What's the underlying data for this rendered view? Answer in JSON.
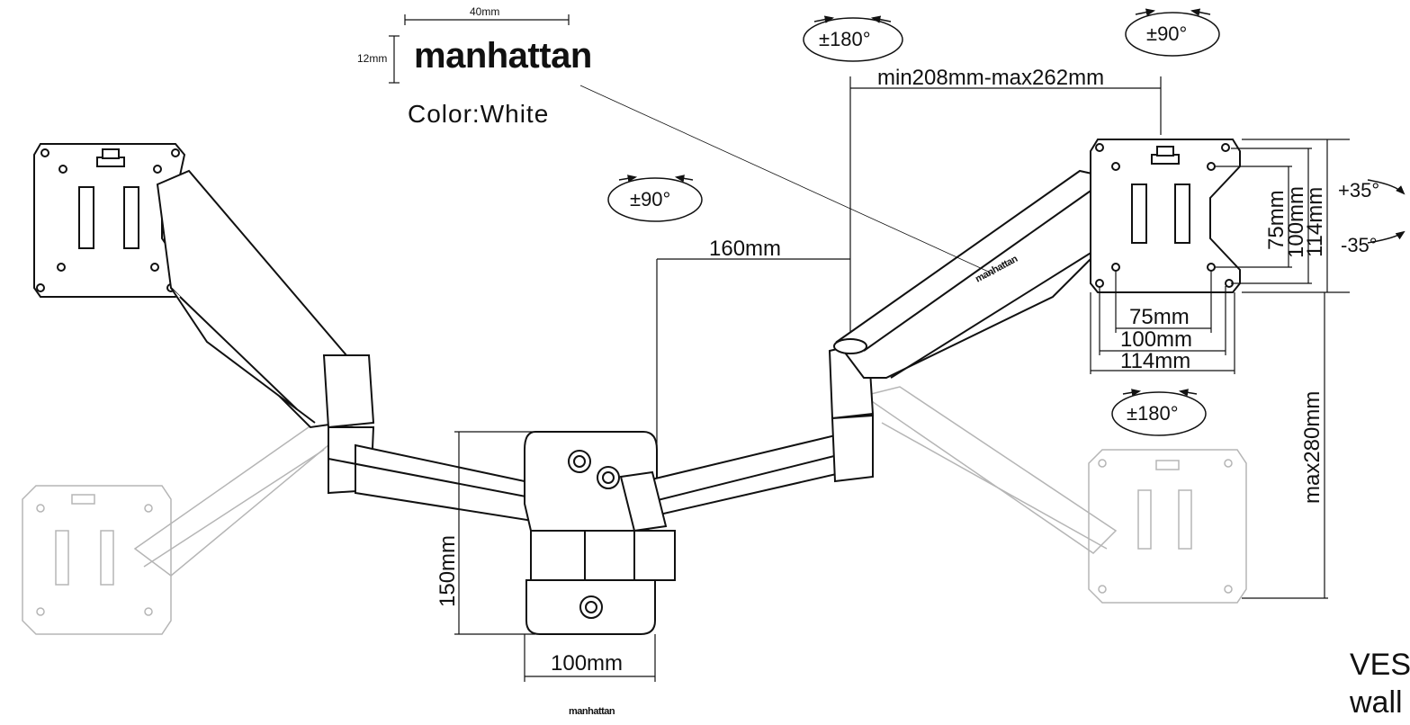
{
  "logo": {
    "brand": "manhattan",
    "width_label": "40mm",
    "height_label": "12mm",
    "color_label": "Color:White"
  },
  "rotations": {
    "top_mid": "±180°",
    "top_right": "±90°",
    "mid_left": "±90°",
    "right_lower": "±180°",
    "tilt_up": "+35°",
    "tilt_down": "-35°"
  },
  "dimensions": {
    "arm_extension": "min208mm-max262mm",
    "pole_offset": "160mm",
    "vesa_h_75": "75mm",
    "vesa_h_100": "100mm",
    "vesa_h_114": "114mm",
    "vesa_v_75": "75mm",
    "vesa_v_100": "100mm",
    "vesa_v_114": "114mm",
    "max_height": "max280mm",
    "plate_height": "150mm",
    "plate_width": "100mm"
  },
  "footer": {
    "text_line1": "VES",
    "text_line2": "wall"
  },
  "colors": {
    "line": "#111111",
    "ghost": "#b5b5b5"
  }
}
